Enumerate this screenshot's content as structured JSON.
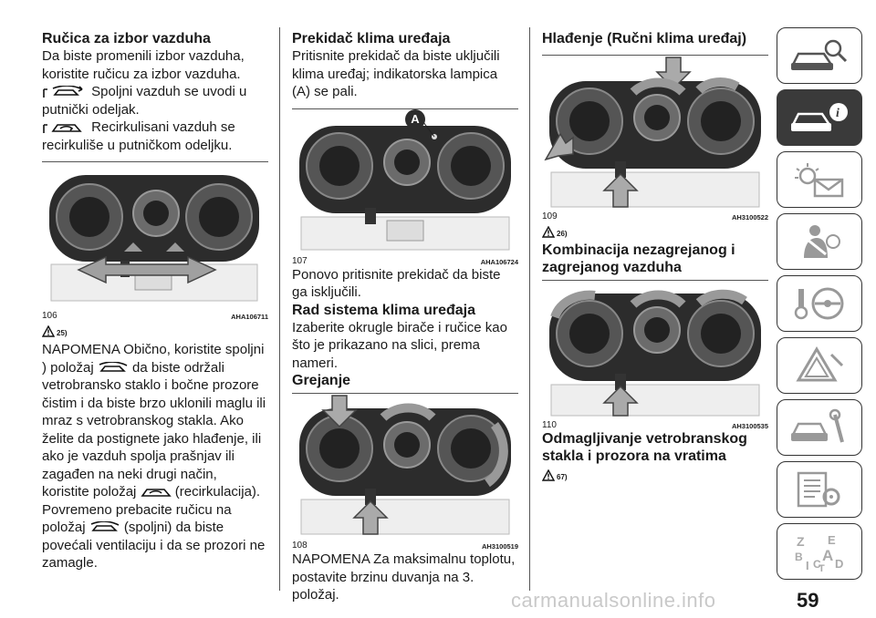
{
  "col1": {
    "title": "Ručica za izbor vazduha",
    "intro": "Da biste promenili izbor vazduha, koristite ručicu za izbor vazduha.",
    "item1": "Spoljni vazduh se uvodi u putnički odeljak.",
    "item2": "Recirkulisani vazduh se recirkuliše u putničkom odeljku.",
    "fig": {
      "num": "106",
      "code": "AHA106711"
    },
    "warn": "25)",
    "note_a": "NAPOMENA Obično, koristite spoljni ) položaj",
    "note_b": "da biste održali vetrobransko staklo i bočne prozore čistim i da biste brzo uklonili maglu ili mraz s vetrobranskog stakla. Ako želite da postignete jako hlađenje, ili ako je vazduh spolja prašnjav ili zagađen na neki drugi način, koristite položaj",
    "note_c": "(recirkulacija). Povremeno prebacite ručicu na položaj",
    "note_d": "(spoljni) da biste povećali ventilaciju i da se prozori ne zamagle."
  },
  "col2": {
    "title": "Prekidač klima uređaja",
    "p1": "Pritisnite prekidač da biste uključili klima uređaj; indikatorska lampica (A) se pali.",
    "fig": {
      "num": "107",
      "code": "AHA106724",
      "callout": "A"
    },
    "p2": "Ponovo pritisnite prekidač da biste ga isključili.",
    "title2": "Rad sistema klima uređaja",
    "p3": "Izaberite okrugle birače i ručice kao što je prikazano na slici, prema nameri.",
    "title3": "Grejanje",
    "fig2": {
      "num": "108",
      "code": "AH3100519"
    },
    "p4": "NAPOMENA Za maksimalnu toplotu, postavite brzinu duvanja na 3. položaj."
  },
  "col3": {
    "title": "Hlađenje (Ručni klima uređaj)",
    "fig": {
      "num": "109",
      "code": "AH3100522"
    },
    "warn": "26)",
    "title2": "Kombinacija nezagrejanog i zagrejanog vazduha",
    "fig2": {
      "num": "110",
      "code": "AH3100535"
    },
    "title3": "Odmagljivanje vetrobranskog stakla i prozora na vratima",
    "warn2": "67)"
  },
  "sidebar": {
    "tabs": [
      "car-search-icon",
      "car-info-icon",
      "warning-light-mail-icon",
      "seatbelt-airbag-icon",
      "key-steering-icon",
      "hazard-triangle-icon",
      "car-wrench-icon",
      "spec-sheet-gear-icon",
      "alphabet-index-icon"
    ],
    "index_letters": [
      "Z",
      "E",
      "B",
      "A",
      "I",
      "C",
      "T",
      "D"
    ],
    "active": 1
  },
  "page_number": "59",
  "watermark": "carmanualsonline.info"
}
